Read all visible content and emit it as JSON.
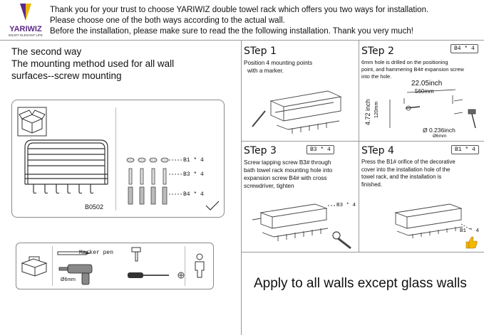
{
  "brand": {
    "name": "YARIWIZ",
    "tagline": "ENJOY ELEGANT LIFE",
    "colors": {
      "purple": "#5b2a86",
      "gold": "#f0b400"
    }
  },
  "header": {
    "line1": "Thank you for your trust to choose YARIWIZ double towel rack which offers you two ways for installation.",
    "line2": "Please choose one of the both ways according to the actual wall.",
    "line3": "Before the installation, please make sure to read the the following installation. Thank you very much!"
  },
  "intro": {
    "line1": "The second way",
    "line2": "The mounting method used for all wall",
    "line3": "surfaces--screw mounting"
  },
  "parts": {
    "model": "B0502",
    "b1": "B1 * 4",
    "b3": "B3 * 4",
    "b4": "B4 * 4"
  },
  "tools": {
    "marker": "Marker pen",
    "drill_bit": "Ø6mm"
  },
  "step1": {
    "title": "STep 1",
    "text1": "Position 4 mounting points",
    "text2": "with a marker."
  },
  "step2": {
    "title": "STep 2",
    "tag": "B4 * 4",
    "text1": "6mm hole is drilled on the positioning",
    "text2": "point, and hammering B4# expansion screw",
    "text3": "into the hole.",
    "dim_w_in": "22.05inch",
    "dim_w_mm": "560mm",
    "dim_h_in": "4.72 inch",
    "dim_h_mm": "120mm",
    "dim_d_in": "Ø 0.236inch",
    "dim_d_mm": "Ø6mm"
  },
  "step3": {
    "title": "STep  3",
    "tag": "B3 * 4",
    "text1": "Screw tapping screw B3# through",
    "text2": "bath towel rack mounting hole into",
    "text3": "expansion screw B4# with cross",
    "text4": "screwdriver, tighten",
    "part_label": "B3 * 4"
  },
  "step4": {
    "title": "STep 4",
    "tag": "B1 * 4",
    "text1": "Press the B1# orifice of the decorative",
    "text2": "cover into the installation hole of the",
    "text3": "towel rack, and the installation is",
    "text4": "finished.",
    "part_label": "B1 * 4"
  },
  "footer_note": "Apply to all walls except glass walls"
}
